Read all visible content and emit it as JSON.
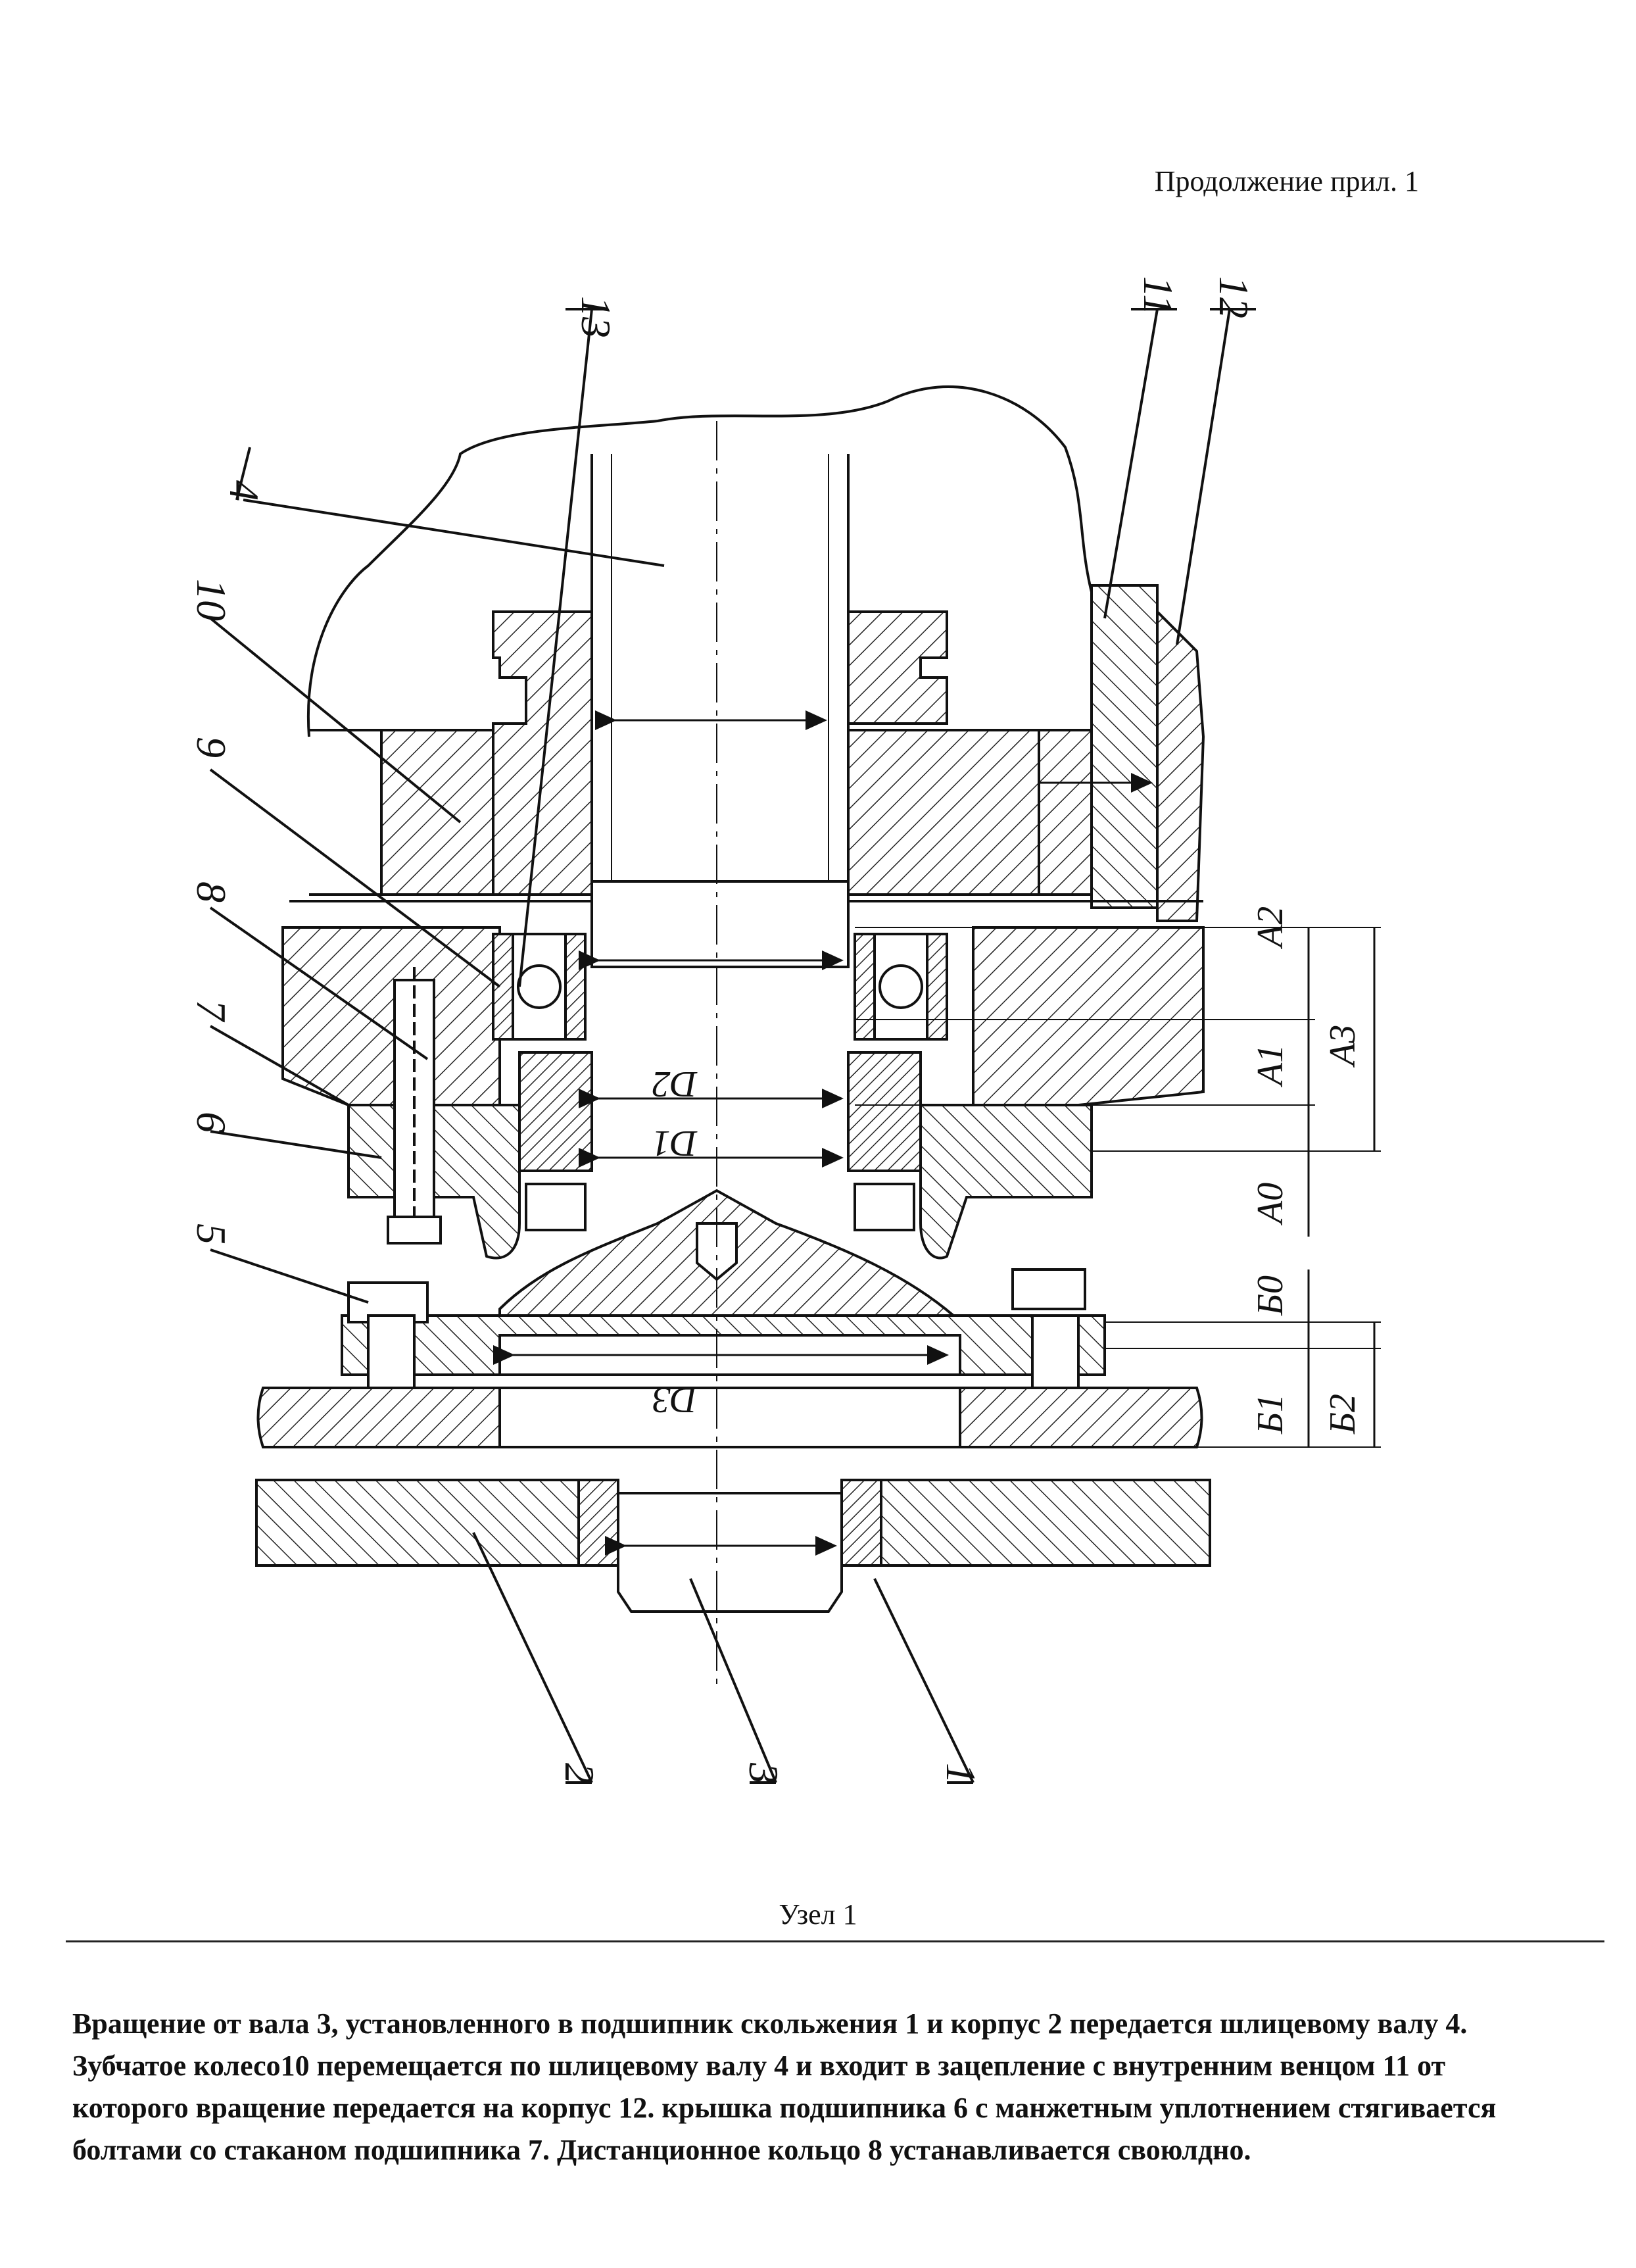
{
  "header": {
    "text": "Продолжение прил. 1"
  },
  "drawing": {
    "part_labels": [
      "1",
      "2",
      "3",
      "4",
      "5",
      "6",
      "7",
      "8",
      "9",
      "10",
      "11",
      "12",
      "13"
    ],
    "dimension_labels": {
      "A0": "A0",
      "A1": "A1",
      "A2": "A2",
      "A3": "A3",
      "B0": "Б0",
      "B1": "Б1",
      "B2": "Б2",
      "D1": "D1",
      "D2": "D2",
      "D3": "D3"
    }
  },
  "caption": {
    "text": "Узел 1"
  },
  "description": {
    "text": "Вращение от вала 3, установленного в подшипник скольжения 1 и корпус 2 передается шлицевому валу 4. Зубчатое колесо10 перемещается по шлицевому валу 4 и входит в зацепление с внутренним венцом 11 от которого вращение передается на корпус 12. крышка подшипника 6 с манжетным уплотнением стягивается болтами со стаканом подшипника 7.  Дистанционное кольцо 8 устанавливается своюлдно."
  }
}
